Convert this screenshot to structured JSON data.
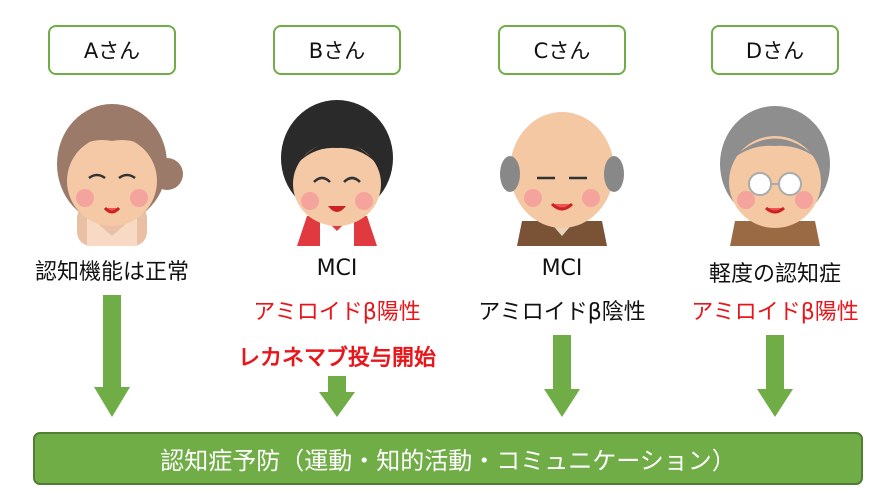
{
  "persons": [
    {
      "name": "Aさん",
      "lines": [
        "認知機能は正常"
      ]
    },
    {
      "name": "Bさん",
      "lines": [
        "MCI",
        "アミロイドβ陽性",
        "レカネマブ投与開始"
      ]
    },
    {
      "name": "Cさん",
      "lines": [
        "MCI",
        "アミロイドβ陰性"
      ]
    },
    {
      "name": "Dさん",
      "lines": [
        "軽度の認知症",
        "アミロイドβ陽性"
      ]
    }
  ],
  "banner": "認知症予防（運動・知的活動・コミュニケーション）",
  "colors": {
    "accent_green": "#70ad47",
    "positive_red": "#e8161b"
  }
}
